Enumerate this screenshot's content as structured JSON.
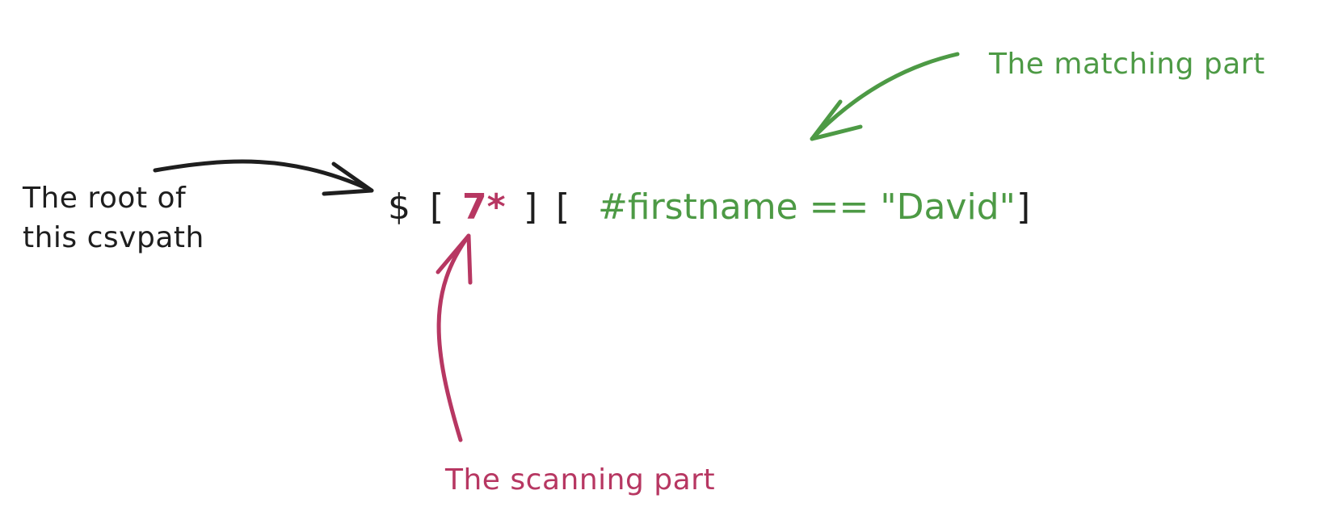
{
  "labels": {
    "root_line1": "The root of",
    "root_line2": "this csvpath",
    "matching": "The matching part",
    "scanning": "The scanning part"
  },
  "expression": {
    "root": "$",
    "open_bracket": "[",
    "scanning": "7*",
    "close_bracket": "]",
    "open_bracket_2": "[",
    "matching": "#firstname == \"David\"",
    "close_bracket_2": "]"
  },
  "colors": {
    "text": "#1e1e1e",
    "matching": "#4d9a45",
    "scanning": "#b73762"
  }
}
